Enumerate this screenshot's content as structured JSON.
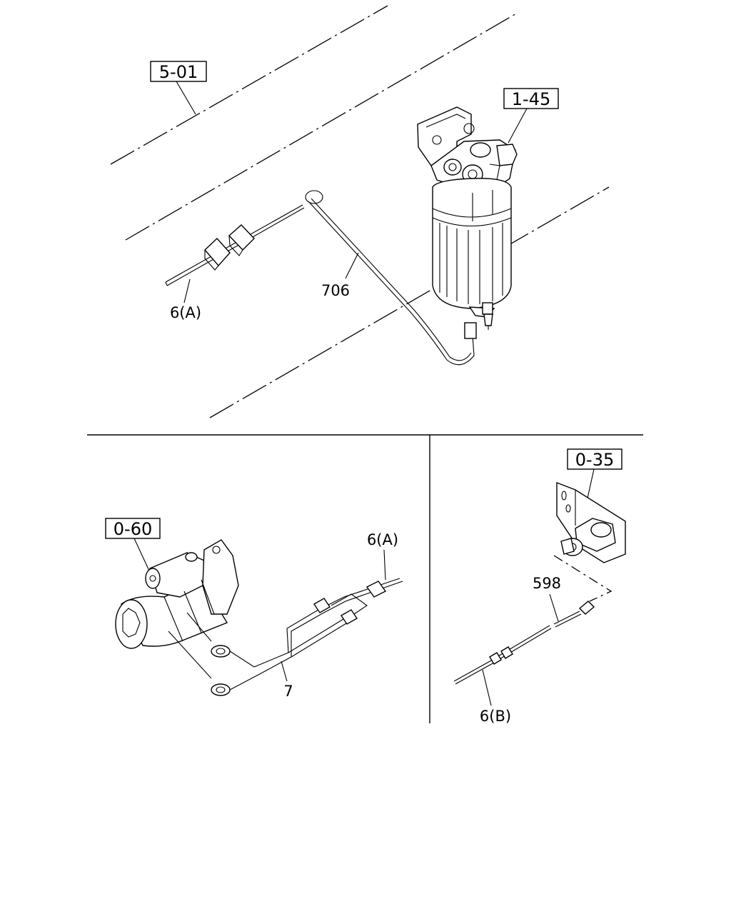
{
  "ref_boxes": {
    "r501": "5-01",
    "r145": "1-45",
    "r060": "0-60",
    "r035": "0-35"
  },
  "part_labels": {
    "p706": "706",
    "p6a_top": "6(A)",
    "p6a_bottom": "6(A)",
    "p7": "7",
    "p598": "598",
    "p6b": "6(B)"
  }
}
